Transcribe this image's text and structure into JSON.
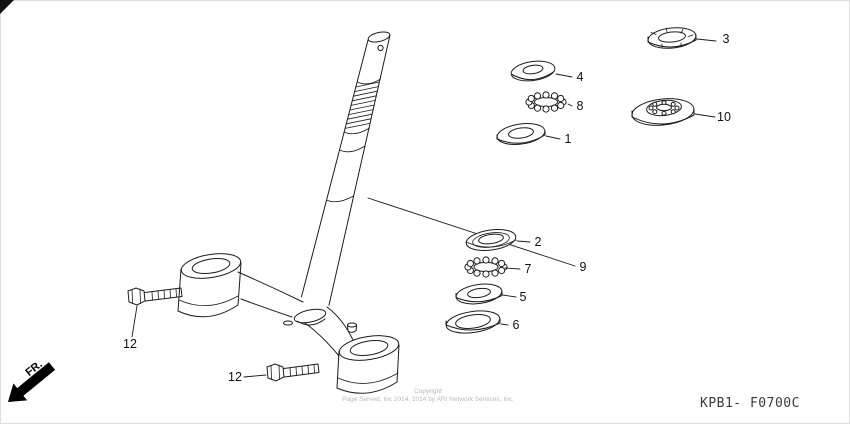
{
  "diagram": {
    "fr_label": "FR.",
    "part_code": "KPB1- F0700C",
    "copyright_line1": "Copyright",
    "copyright_line2": "Page Served, Inc 2014, 2014 by ARI Network Services, Inc.",
    "callouts": [
      "3",
      "4",
      "8",
      "1",
      "10",
      "2",
      "7",
      "9",
      "5",
      "6",
      "12",
      "12"
    ]
  }
}
